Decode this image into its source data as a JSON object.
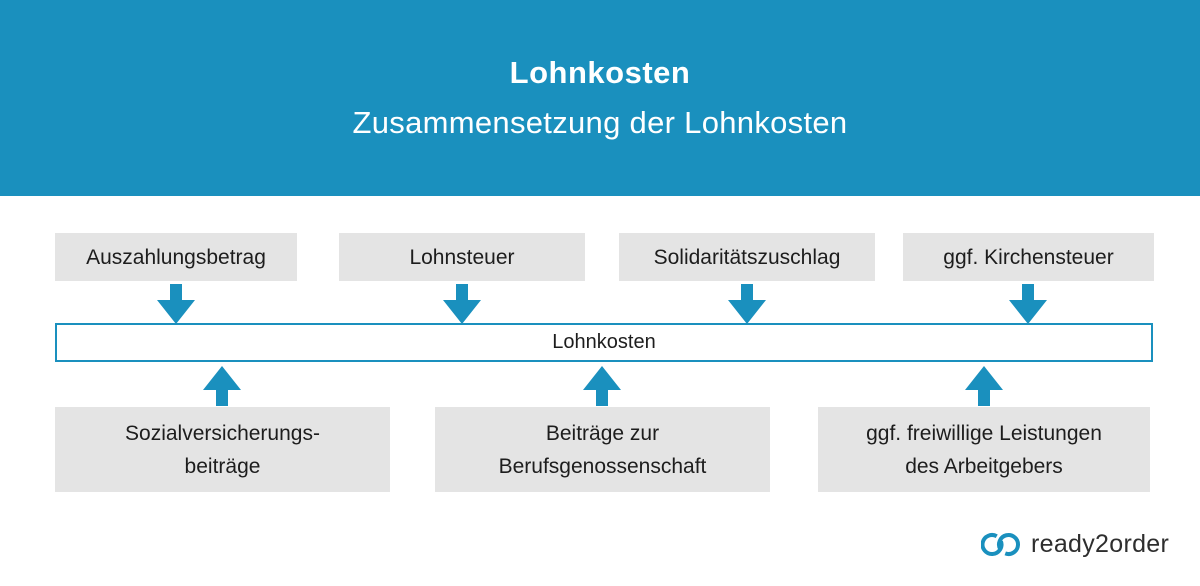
{
  "header": {
    "title": "Lohnkosten",
    "subtitle": "Zusammensetzung der Lohnkosten"
  },
  "colors": {
    "accent": "#1a90be",
    "box_gray": "#e4e4e4",
    "text_dark": "#1d1d1d",
    "header_text": "#ffffff"
  },
  "top_row": [
    {
      "label": "Auszahlungsbetrag"
    },
    {
      "label": "Lohnsteuer"
    },
    {
      "label": "Solidaritätszuschlag"
    },
    {
      "label": "ggf. Kirchensteuer"
    }
  ],
  "center_box": {
    "label": "Lohnkosten"
  },
  "bottom_row": [
    {
      "line1": "Sozialversicherungs-",
      "line2": "beiträge"
    },
    {
      "line1": "Beiträge zur",
      "line2": "Berufsgenossenschaft"
    },
    {
      "line1": "ggf. freiwillige Leistungen",
      "line2": "des Arbeitgebers"
    }
  ],
  "footer": {
    "brand": "ready2order"
  }
}
